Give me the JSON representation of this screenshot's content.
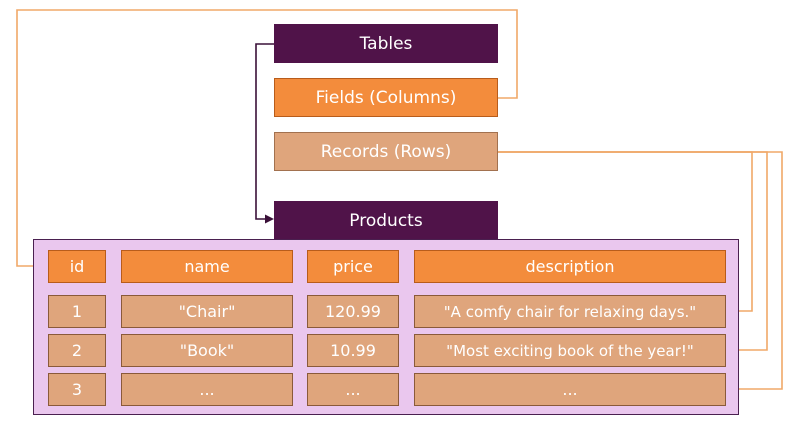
{
  "colors": {
    "dark_purple": "#501349",
    "orange": "#f38c3c",
    "tan": "#dfa57c",
    "panel_pink": "#eac7ee",
    "connector_orange": "#f0a868",
    "connector_dark": "#3a1038"
  },
  "legend": {
    "tables": "Tables",
    "fields": "Fields (Columns)",
    "records": "Records (Rows)"
  },
  "table": {
    "name": "Products",
    "columns": [
      "id",
      "name",
      "price",
      "description"
    ],
    "rows": [
      [
        "1",
        "\"Chair\"",
        "120.99",
        "\"A comfy chair for relaxing days.\""
      ],
      [
        "2",
        "\"Book\"",
        "10.99",
        "\"Most exciting book of the year!\""
      ],
      [
        "3",
        "...",
        "...",
        "..."
      ]
    ]
  }
}
